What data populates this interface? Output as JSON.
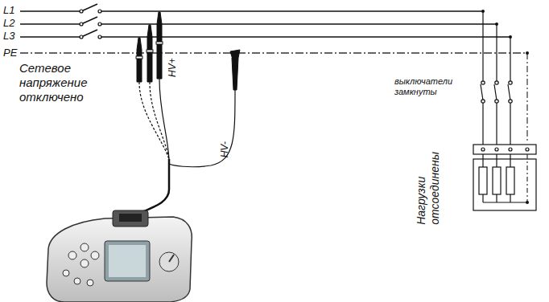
{
  "diagram": {
    "labels": [
      "L1",
      "L2",
      "L3",
      "PE",
      "Сетевое напряжение отключено",
      "HV+",
      "HV-",
      "выключатели замкнуты",
      "Нагрузки отсоединены"
    ]
  }
}
